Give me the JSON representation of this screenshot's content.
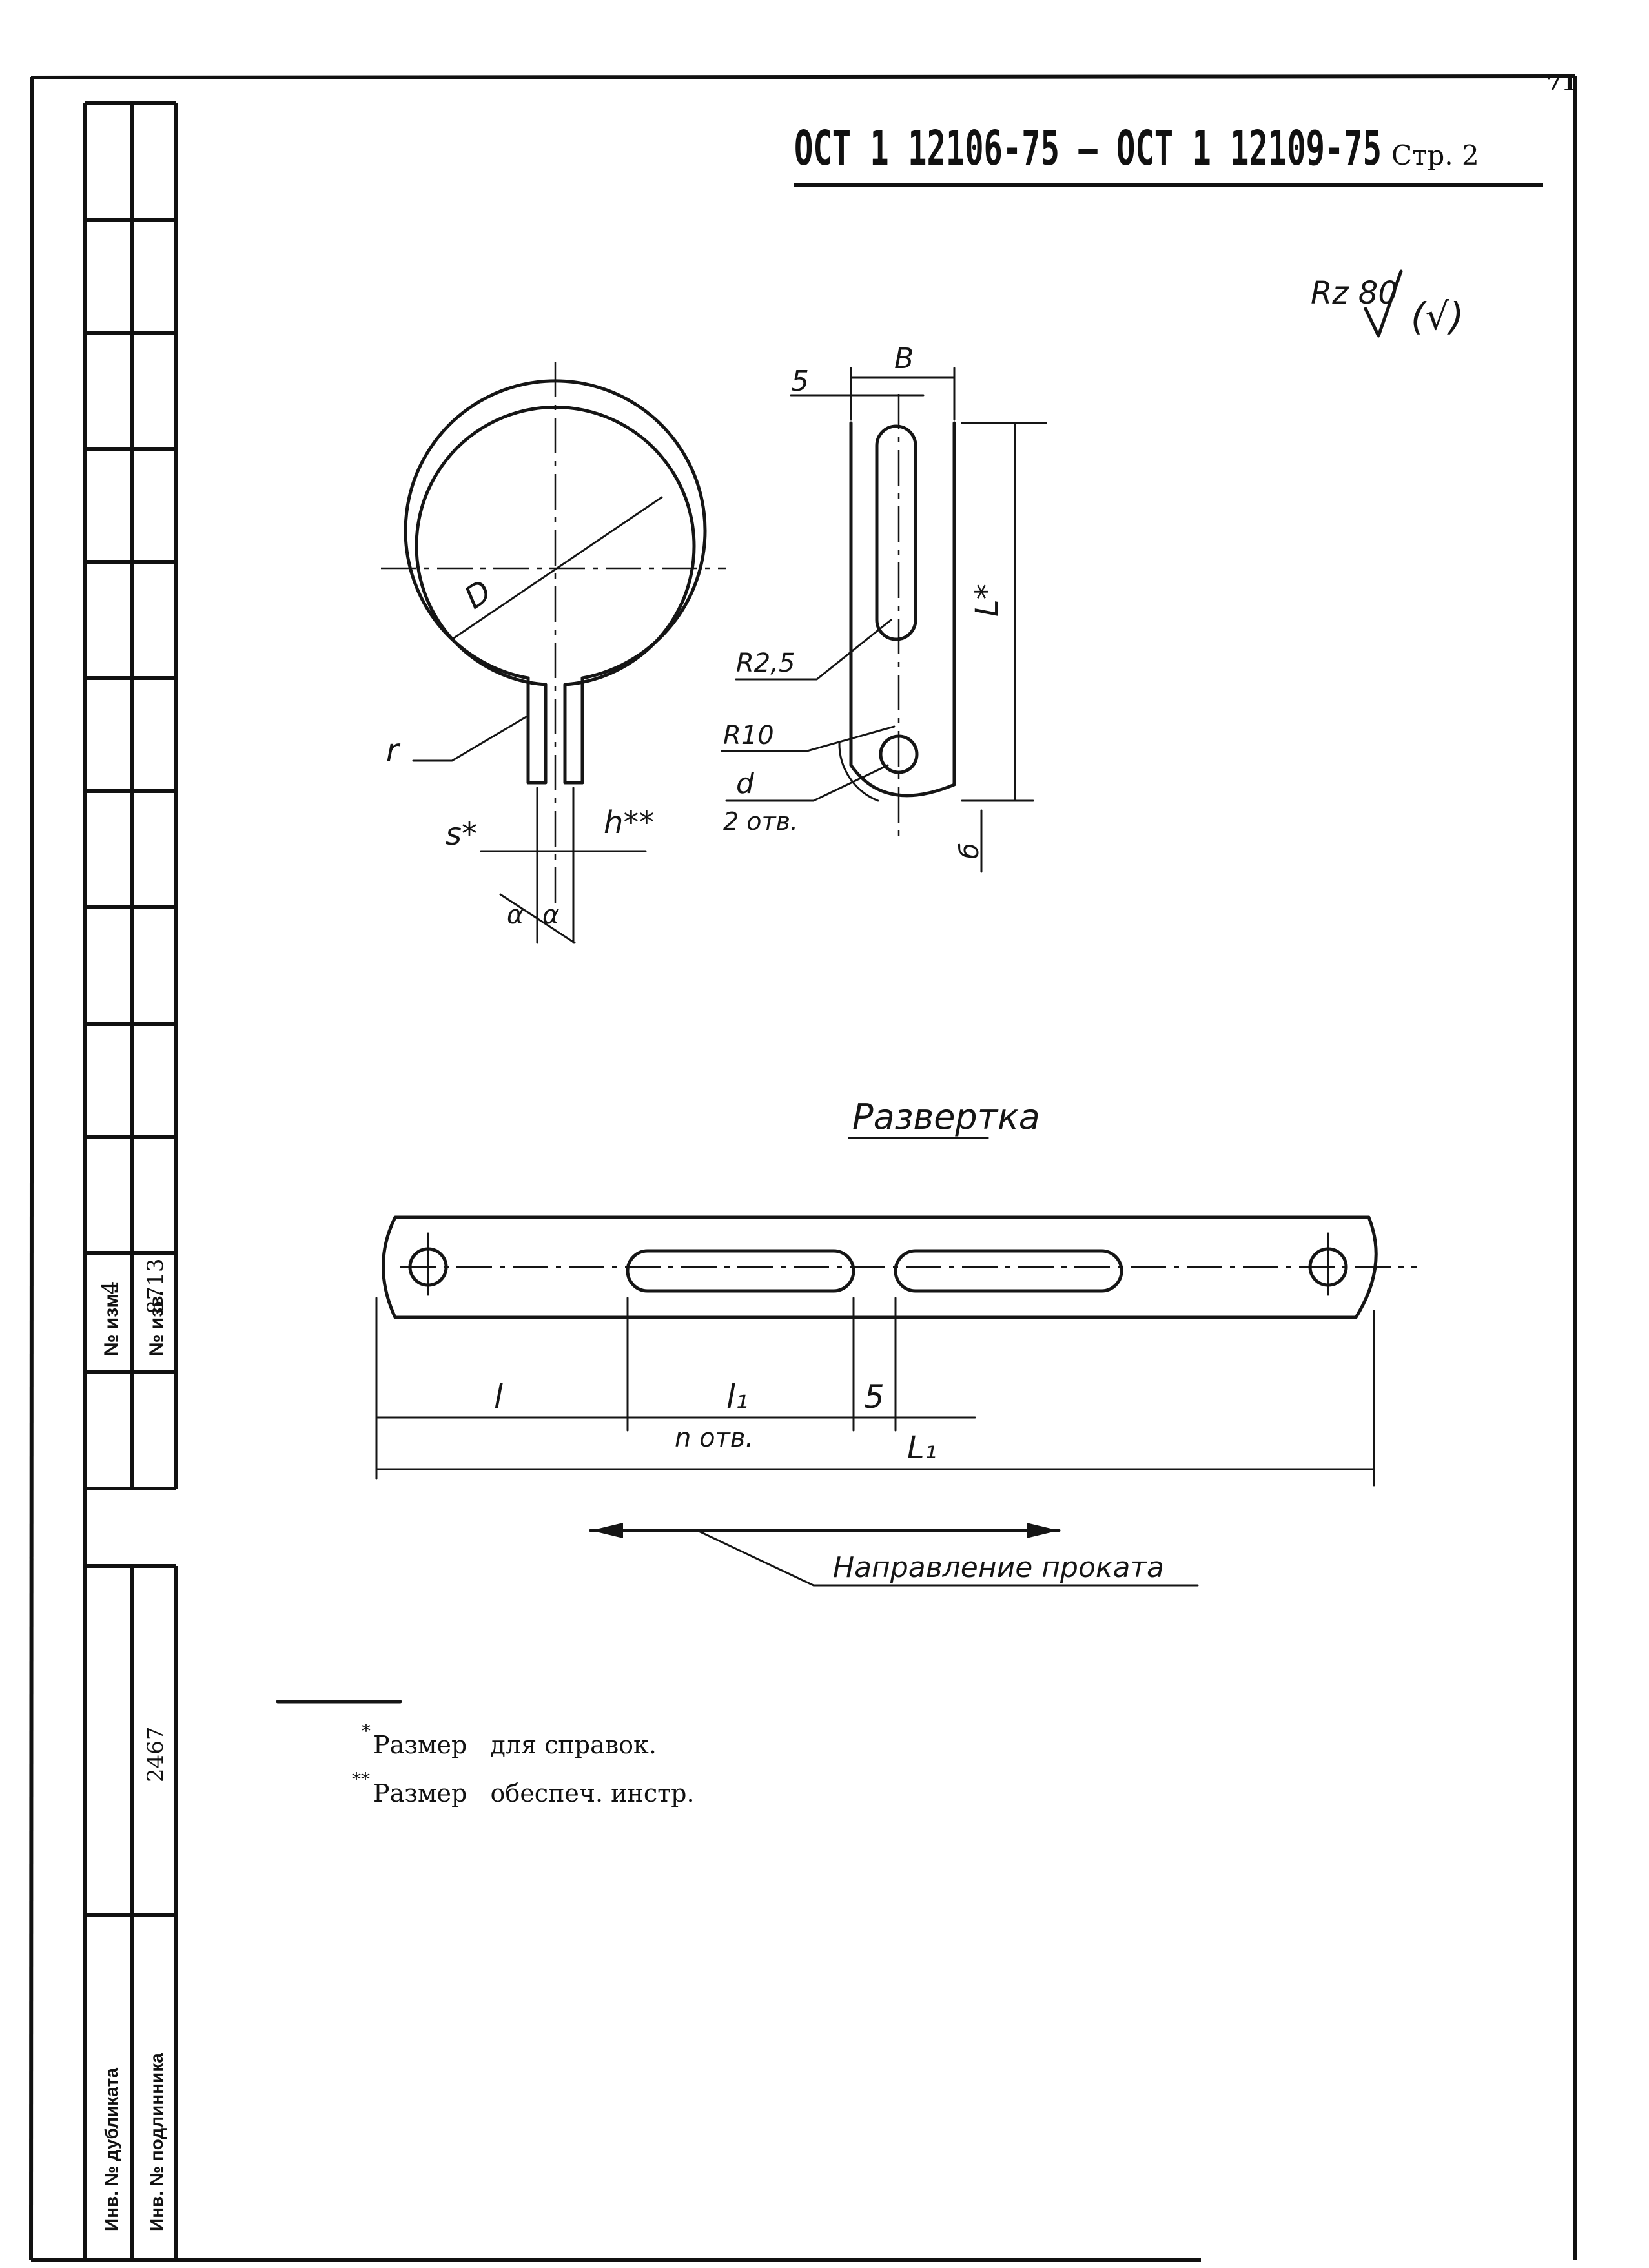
{
  "page_number": "71",
  "standard_title": "ОСТ 1 12106-75 – ОСТ 1 12109-75",
  "page_label": "Стр. 2",
  "roughness": {
    "main": "Rz 80",
    "other": "(√)"
  },
  "drawing": {
    "ring_labels": {
      "diameter": "D",
      "radius": "r",
      "thickness": "s*",
      "gap": "h**",
      "angle": "α"
    },
    "strip_labels": {
      "width": "B",
      "slot_width": "5",
      "slot_radius": "R2,5",
      "end_radius": "R10",
      "hole": "d",
      "holes_count": "2 отв.",
      "length": "L*",
      "edge": "б"
    }
  },
  "development": {
    "title": "Развертка",
    "labels": {
      "l": "l",
      "l1": "l₁",
      "slots": "n отв.",
      "gap": "5",
      "L1": "L₁"
    }
  },
  "rolling_direction": "Направление проката",
  "notes": [
    {
      "mark": "*",
      "text": "Размер   для справок."
    },
    {
      "mark": "**",
      "text": "Размер   обеспеч. инстр."
    }
  ],
  "side_stamp": {
    "change_no_label": "№ изм.",
    "change_no": "4",
    "notice_no_label": "№ изв.",
    "notice_no": "8713",
    "inventory_no": "2467",
    "duplicate_label": "Инв. № дубликата",
    "original_label": "Инв. № подлинника"
  }
}
